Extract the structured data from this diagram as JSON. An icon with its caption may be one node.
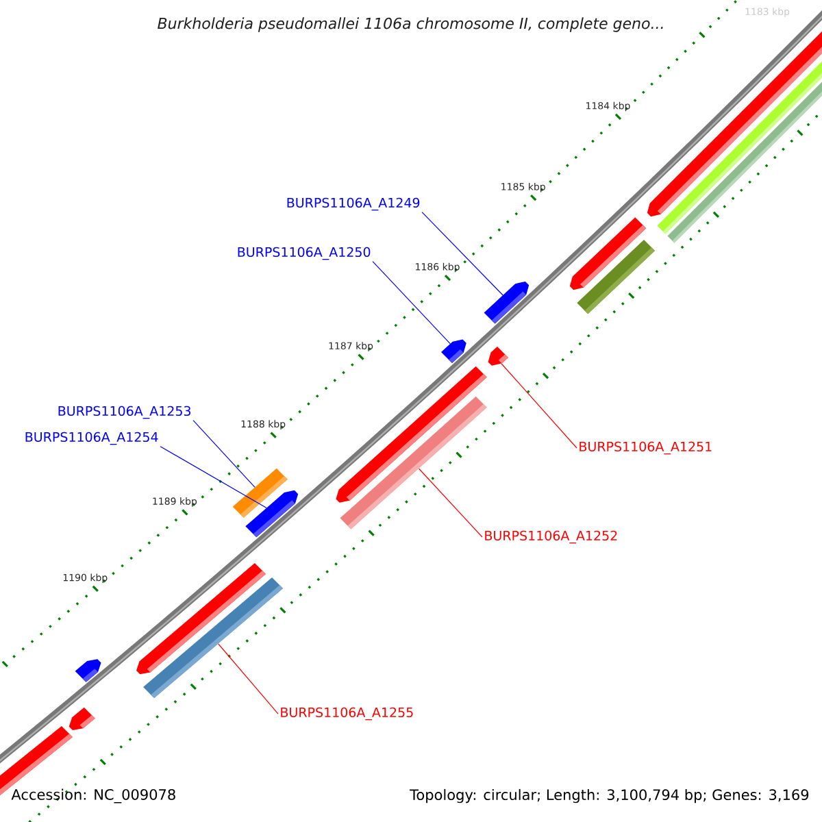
{
  "diagram": {
    "title": "Burkholderia pseudomallei 1106a chromosome II, complete geno...",
    "nodes": [
      {
        "text": [
          "BURPS1106A_A1249"
        ]
      },
      {
        "text": [
          "BURPS1106A_A1250"
        ]
      },
      {
        "text": [
          "BURPS1106A_A1251"
        ]
      },
      {
        "text": [
          "BURPS1106A_A1252"
        ]
      },
      {
        "text": [
          "BURPS1106A_A1253"
        ]
      },
      {
        "text": [
          "BURPS1106A_A1254"
        ]
      },
      {
        "text": [
          "BURPS1106A_A1255"
        ]
      },
      {
        "text": [],
        "shape": "bar"
      },
      {
        "text": [],
        "shape": "bar"
      },
      {
        "text": [],
        "shape": "bar"
      },
      {
        "text": [],
        "shape": "bar"
      },
      {
        "text": [],
        "shape": "bar"
      },
      {
        "text": [],
        "shape": "bar"
      },
      {
        "text": [],
        "shape": "bar"
      },
      {
        "text": [],
        "shape": "bar"
      },
      {
        "text": [],
        "shape": "bar"
      },
      {
        "text": [],
        "shape": "bar"
      },
      {
        "text": [],
        "shape": "bar"
      },
      {
        "text": [],
        "shape": "bar"
      },
      {
        "text": [],
        "shape": "bar"
      },
      {
        "text": [],
        "shape": "bar"
      },
      {
        "text": [],
        "shape": "bar"
      },
      {
        "text": [],
        "shape": "bar"
      },
      {
        "text": [],
        "shape": "bar"
      }
    ],
    "edges": [
      {
        "from": 0,
        "to": 12,
        "arrow": "none",
        "color": "#0000ff"
      },
      {
        "from": 1,
        "to": 14,
        "arrow": "none",
        "color": "#0000ff"
      },
      {
        "from": 2,
        "to": 13,
        "arrow": "none",
        "color": "#ff0000"
      },
      {
        "from": 3,
        "to": 16,
        "arrow": "none",
        "color": "#ff0000"
      },
      {
        "from": 4,
        "to": 17,
        "arrow": "none",
        "color": "#0000ff"
      },
      {
        "from": 5,
        "to": 18,
        "arrow": "none",
        "color": "#0000ff"
      },
      {
        "from": 6,
        "to": 20,
        "arrow": "none",
        "color": "#ff0000"
      }
    ],
    "labels": [
      "1183 kbp",
      "1184 kbp",
      "1185 kbp",
      "1186 kbp",
      "1187 kbp",
      "1188 kbp",
      "1189 kbp",
      "1190 kbp",
      "Accession: NC_009078",
      "Topology: circular; Length: 3,100,794 bp; Genes: 3,169"
    ]
  }
}
